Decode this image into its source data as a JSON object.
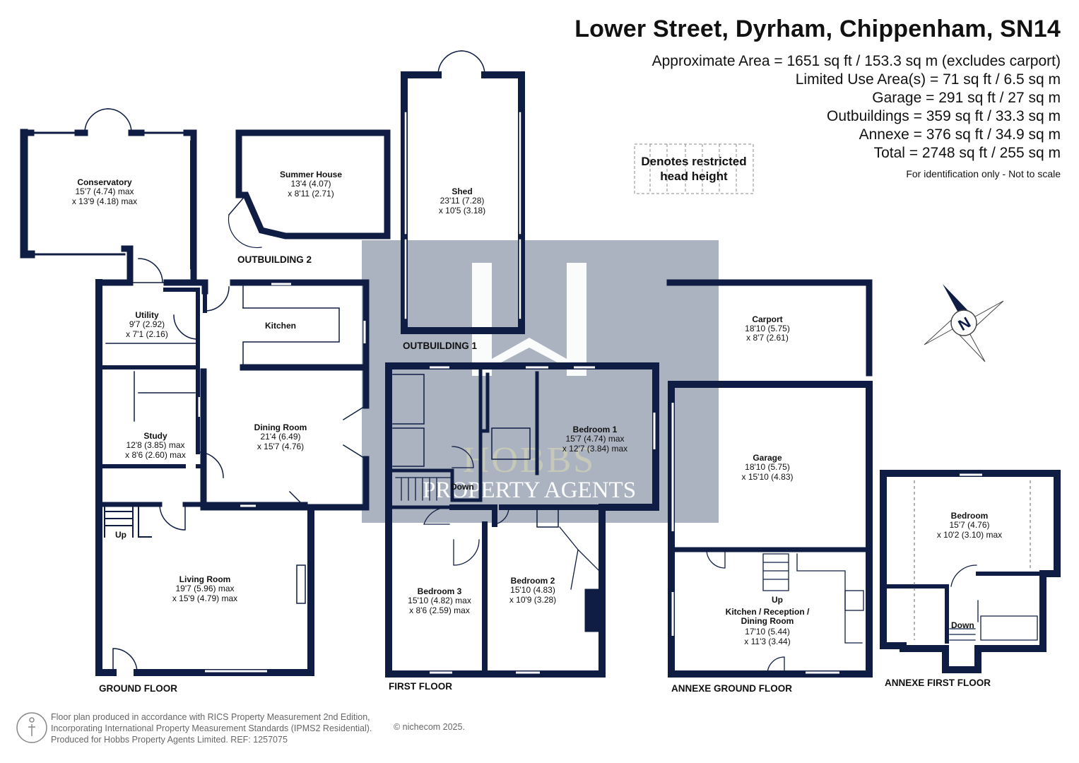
{
  "header": {
    "title": "Lower Street, Dyrham, Chippenham, SN14",
    "areas": [
      "Approximate Area = 1651 sq ft / 153.3 sq m (excludes carport)",
      "Limited Use Area(s) = 71 sq ft / 6.5 sq m",
      "Garage = 291 sq ft / 27 sq m",
      "Outbuildings = 359 sq ft / 33.3 sq m",
      "Annexe = 376 sq ft / 34.9 sq m",
      "Total = 2748 sq ft / 255 sq m"
    ],
    "note": "For identification only - Not to scale"
  },
  "legend": {
    "line1": "Denotes restricted",
    "line2": "head height"
  },
  "compass": {
    "label": "N"
  },
  "watermark": {
    "line1": "HOBBS",
    "line2": "PROPERTY AGENTS"
  },
  "colors": {
    "wall": "#0f1d45",
    "watermark": "#8b94a8",
    "text": "#111111"
  },
  "rooms": {
    "conservatory": {
      "name": "Conservatory",
      "d1": "15'7 (4.74) max",
      "d2": "x 13'9 (4.18) max"
    },
    "summer_house": {
      "name": "Summer House",
      "d1": "13'4 (4.07)",
      "d2": "x 8'11 (2.71)"
    },
    "shed": {
      "name": "Shed",
      "d1": "23'11 (7.28)",
      "d2": "x 10'5 (3.18)"
    },
    "utility": {
      "name": "Utility",
      "d1": "9'7 (2.92)",
      "d2": "x 7'1 (2.16)"
    },
    "kitchen": {
      "name": "Kitchen"
    },
    "study": {
      "name": "Study",
      "d1": "12'8 (3.85) max",
      "d2": "x 8'6 (2.60) max"
    },
    "dining_room": {
      "name": "Dining Room",
      "d1": "21'4 (6.49)",
      "d2": "x 15'7 (4.76)"
    },
    "living_room": {
      "name": "Living Room",
      "d1": "19'7 (5.96) max",
      "d2": "x 15'9 (4.79) max"
    },
    "bedroom1": {
      "name": "Bedroom 1",
      "d1": "15'7 (4.74) max",
      "d2": "x 12'7 (3.84) max"
    },
    "bedroom2": {
      "name": "Bedroom 2",
      "d1": "15'10 (4.83)",
      "d2": "x 10'9 (3.28)"
    },
    "bedroom3": {
      "name": "Bedroom 3",
      "d1": "15'10 (4.82) max",
      "d2": "x 8'6 (2.59) max"
    },
    "carport": {
      "name": "Carport",
      "d1": "18'10 (5.75)",
      "d2": "x 8'7 (2.61)"
    },
    "garage": {
      "name": "Garage",
      "d1": "18'10 (5.75)",
      "d2": "x 15'10 (4.83)"
    },
    "annexe_kitchen": {
      "name1": "Kitchen / Reception /",
      "name2": "Dining Room",
      "d1": "17'10 (5.44)",
      "d2": "x 11'3 (3.44)"
    },
    "annexe_bedroom": {
      "name": "Bedroom",
      "d1": "15'7 (4.76)",
      "d2": "x 10'2 (3.10) max"
    }
  },
  "stairs": {
    "up": "Up",
    "down": "Down"
  },
  "floor_labels": {
    "outbuilding2": "OUTBUILDING 2",
    "outbuilding1": "OUTBUILDING 1",
    "ground": "GROUND FLOOR",
    "first": "FIRST FLOOR",
    "annexe_ground": "ANNEXE GROUND FLOOR",
    "annexe_first": "ANNEXE FIRST FLOOR"
  },
  "footer": {
    "line1": "Floor plan produced in accordance with RICS Property Measurement 2nd Edition,",
    "line2": "Incorporating International Property Measurement Standards (IPMS2 Residential).",
    "line3": "Produced for Hobbs Property Agents Limited.   REF: 1257075",
    "copyright": "© nichecom 2025."
  }
}
